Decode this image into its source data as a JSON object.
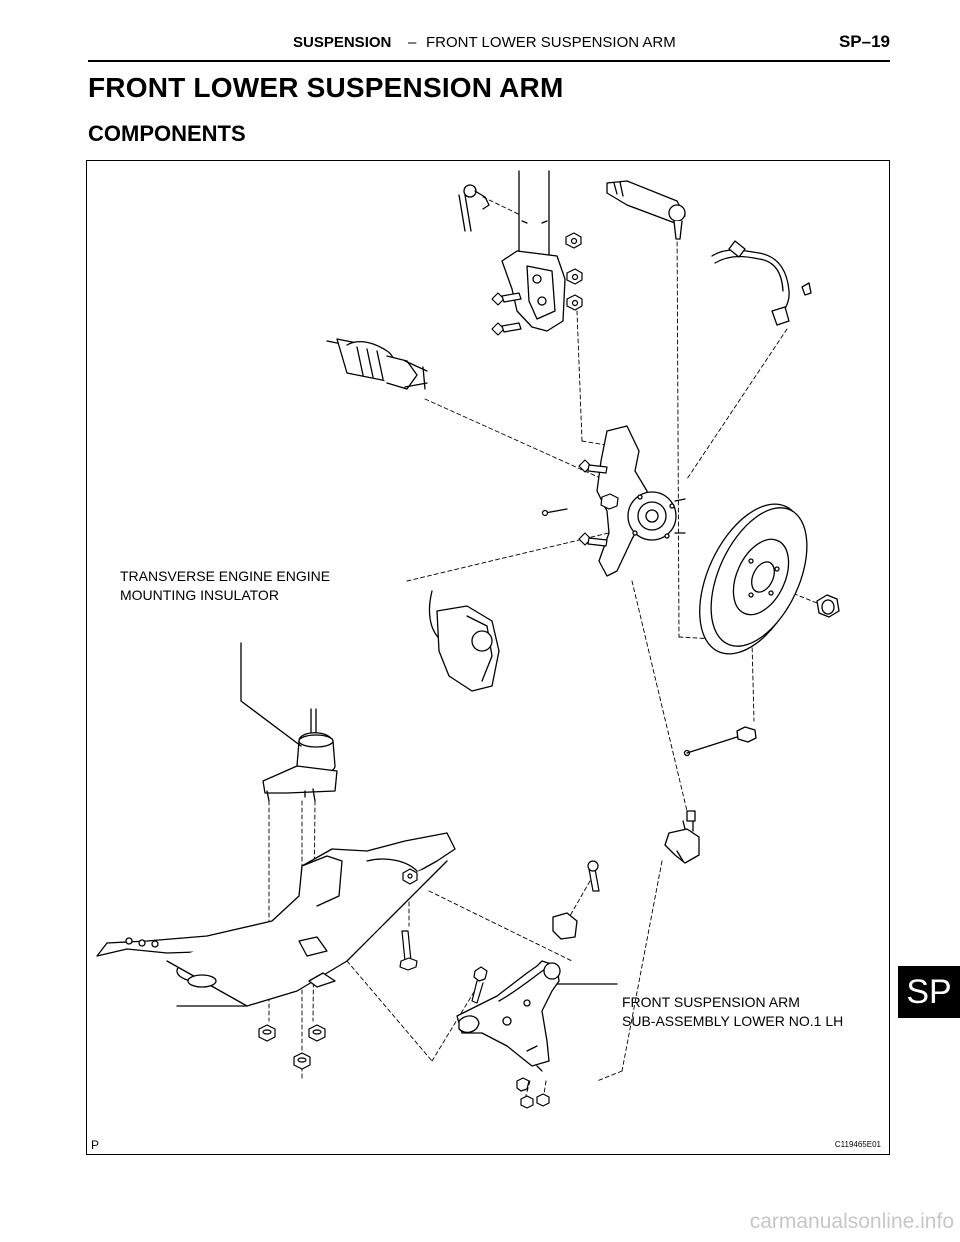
{
  "header": {
    "section": "SUSPENSION",
    "separator": "–",
    "title": "FRONT LOWER SUSPENSION ARM",
    "page": "SP–19"
  },
  "page_title": "FRONT LOWER SUSPENSION ARM",
  "section_title": "COMPONENTS",
  "figure": {
    "labels": {
      "insulator_line1": "TRANSVERSE ENGINE ENGINE",
      "insulator_line2": "MOUNTING INSULATOR",
      "arm_line1": "FRONT SUSPENSION ARM",
      "arm_line2": "SUB-ASSEMBLY LOWER NO.1 LH"
    },
    "code": "C119465E01",
    "corner_mark": "P"
  },
  "side_tab": "SP",
  "watermark": "carmanualsonline.info"
}
